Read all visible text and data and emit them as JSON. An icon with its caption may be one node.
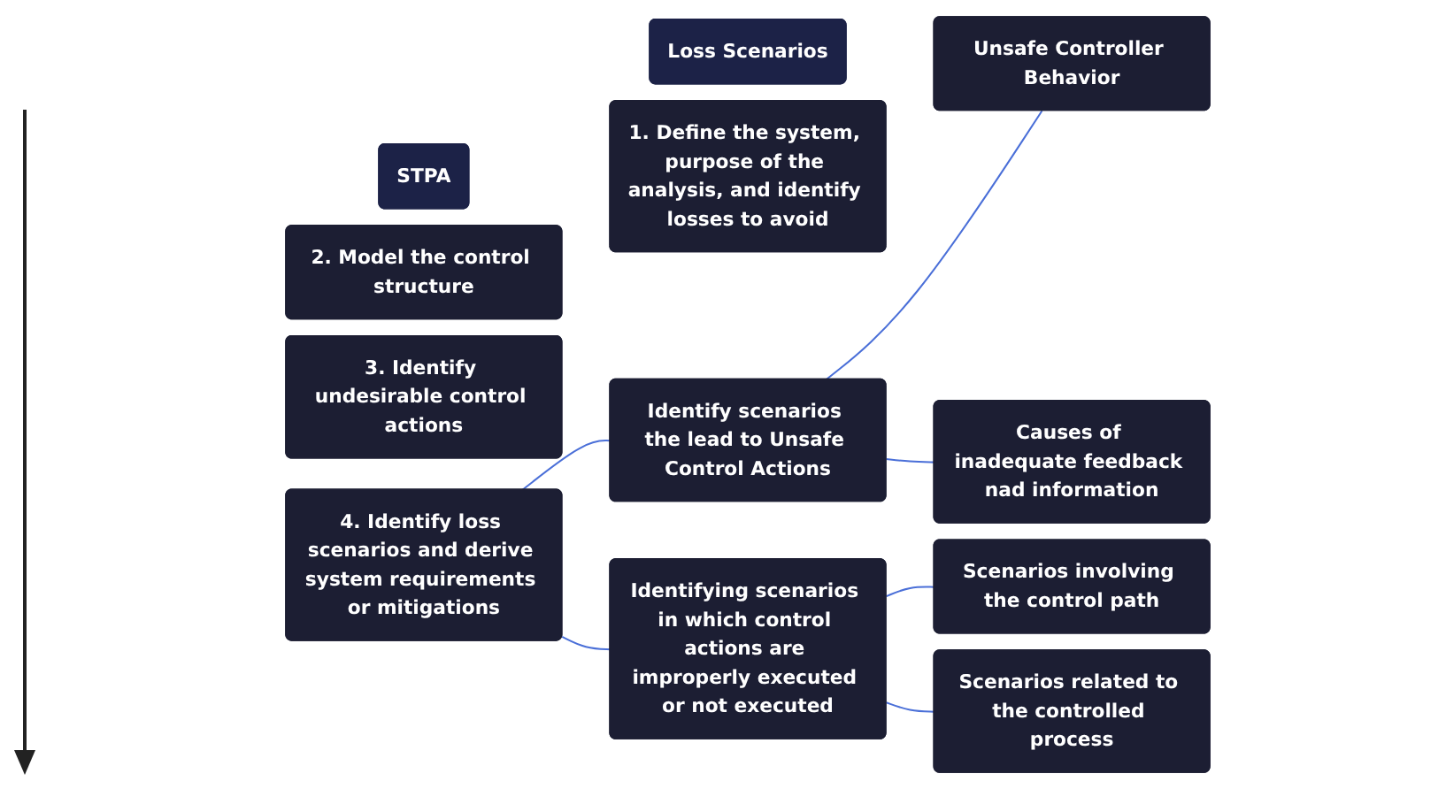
{
  "diagram": {
    "nodes": [
      {
        "text": [
          "STPA"
        ]
      },
      {
        "text": [
          "Loss Scenarios"
        ]
      },
      {
        "text": [
          "1. Define the system, purpose of the analysis, and identify losses to avoid"
        ]
      },
      {
        "text": [
          "2. Model the control structure"
        ]
      },
      {
        "text": [
          "3. Identify undesirable control actions"
        ]
      },
      {
        "text": [
          "4. Identify loss scenarios and derive system requirements or mitigations"
        ]
      },
      {
        "text": [
          "Identify scenarios the lead to Unsafe Control Actions"
        ]
      },
      {
        "text": [
          "Identifying scenarios in which control actions are improperly executed or not executed"
        ]
      },
      {
        "text": [
          "Unsafe Controller Behavior"
        ]
      },
      {
        "text": [
          "Causes of inadequate feedback nad information"
        ]
      },
      {
        "text": [
          "Scenarios involving the control path"
        ]
      },
      {
        "text": [
          "Scenarios related to the controlled process"
        ]
      }
    ],
    "edges": [
      {
        "from": 5,
        "to": 6,
        "arrow": "none"
      },
      {
        "from": 5,
        "to": 7,
        "arrow": "none"
      },
      {
        "from": 6,
        "to": 8,
        "arrow": "none"
      },
      {
        "from": 6,
        "to": 9,
        "arrow": "none"
      },
      {
        "from": 7,
        "to": 10,
        "arrow": "none"
      },
      {
        "from": 7,
        "to": 11,
        "arrow": "none"
      }
    ]
  }
}
